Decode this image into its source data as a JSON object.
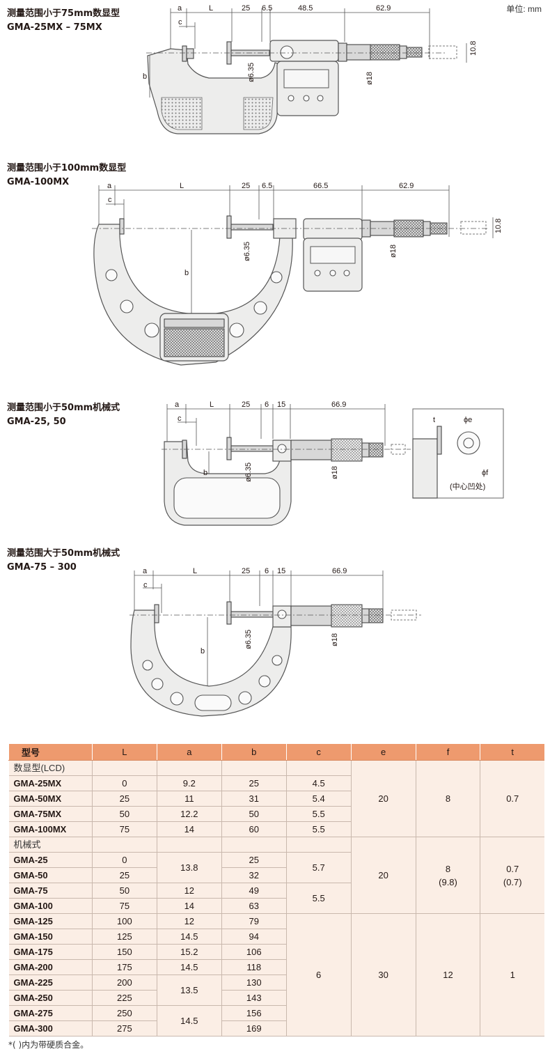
{
  "unit_label": "单位: mm",
  "sections": [
    {
      "title_cn": "测量范围小于75mm数显型",
      "title_model": "GMA-25MX – 75MX",
      "dims": {
        "a": "a",
        "c": "c",
        "L": "L",
        "d25": "25",
        "d65": "6.5",
        "d485": "48.5",
        "d629": "62.9",
        "b": "b",
        "phi635": "ø6.35",
        "phi18": "ø18",
        "d108": "10.8"
      }
    },
    {
      "title_cn": "测量范围小于100mm数显型",
      "title_model": "GMA-100MX",
      "dims": {
        "a": "a",
        "c": "c",
        "L": "L",
        "d25": "25",
        "d65": "6.5",
        "d665": "66.5",
        "d629": "62.9",
        "b": "b",
        "phi635": "ø6.35",
        "phi18": "ø18",
        "d108": "10.8"
      }
    },
    {
      "title_cn": "测量范围小于50mm机械式",
      "title_model": "GMA-25, 50",
      "dims": {
        "a": "a",
        "c": "c",
        "L": "L",
        "d25": "25",
        "d6": "6",
        "d15": "15",
        "d669": "66.9",
        "b": "b",
        "phi635": "ø6.35",
        "phi18": "ø18"
      },
      "detail": {
        "t": "t",
        "phi_e": "ϕe",
        "phi_f": "ϕf",
        "center_note": "(中心凹处)"
      }
    },
    {
      "title_cn": "测量范围大于50mm机械式",
      "title_model": "GMA-75 – 300",
      "dims": {
        "a": "a",
        "c": "c",
        "L": "L",
        "d25": "25",
        "d6": "6",
        "d15": "15",
        "d669": "66.9",
        "b": "b",
        "phi635": "ø6.35",
        "phi18": "ø18"
      }
    }
  ],
  "table": {
    "headers": [
      "型号",
      "L",
      "a",
      "b",
      "c",
      "e",
      "f",
      "t"
    ],
    "group_lcd": "数显型(LCD)",
    "group_mech": "机械式",
    "lcd_rows": [
      {
        "model": "GMA-25MX",
        "L": "0",
        "a": "9.2",
        "b": "25",
        "c": "4.5"
      },
      {
        "model": "GMA-50MX",
        "L": "25",
        "a": "11",
        "b": "31",
        "c": "5.4"
      },
      {
        "model": "GMA-75MX",
        "L": "50",
        "a": "12.2",
        "b": "50",
        "c": "5.5"
      },
      {
        "model": "GMA-100MX",
        "L": "75",
        "a": "14",
        "b": "60",
        "c": "5.5"
      }
    ],
    "lcd_shared": {
      "e": "20",
      "f": "8",
      "t": "0.7"
    },
    "mech_rows": [
      {
        "model": "GMA-25",
        "L": "0",
        "b": "25"
      },
      {
        "model": "GMA-50",
        "L": "25",
        "b": "32"
      },
      {
        "model": "GMA-75",
        "L": "50",
        "a": "12",
        "b": "49"
      },
      {
        "model": "GMA-100",
        "L": "75",
        "a": "14",
        "b": "63"
      },
      {
        "model": "GMA-125",
        "L": "100",
        "a": "12",
        "b": "79"
      },
      {
        "model": "GMA-150",
        "L": "125",
        "a": "14.5",
        "b": "94"
      },
      {
        "model": "GMA-175",
        "L": "150",
        "a": "15.2",
        "b": "106"
      },
      {
        "model": "GMA-200",
        "L": "175",
        "a": "14.5",
        "b": "118"
      },
      {
        "model": "GMA-225",
        "L": "200",
        "b": "130"
      },
      {
        "model": "GMA-250",
        "L": "225",
        "b": "143"
      },
      {
        "model": "GMA-275",
        "L": "250",
        "b": "156"
      },
      {
        "model": "GMA-300",
        "L": "275",
        "b": "169"
      }
    ],
    "mech_merged": {
      "a_25_50": "13.8",
      "a_225_250": "13.5",
      "a_275_300": "14.5",
      "c_25_50": "5.7",
      "c_75_100": "5.5",
      "c_125_300": "6",
      "e_25_100": "20",
      "e_125_300": "30",
      "f_25_100": "8",
      "f_25_100_alloy": "(9.8)",
      "f_125_300": "12",
      "t_25_100": "0.7",
      "t_25_100_alloy": "(0.7)",
      "t_125_300": "1"
    }
  },
  "footnote": "*(  )内为带硬质合金。"
}
